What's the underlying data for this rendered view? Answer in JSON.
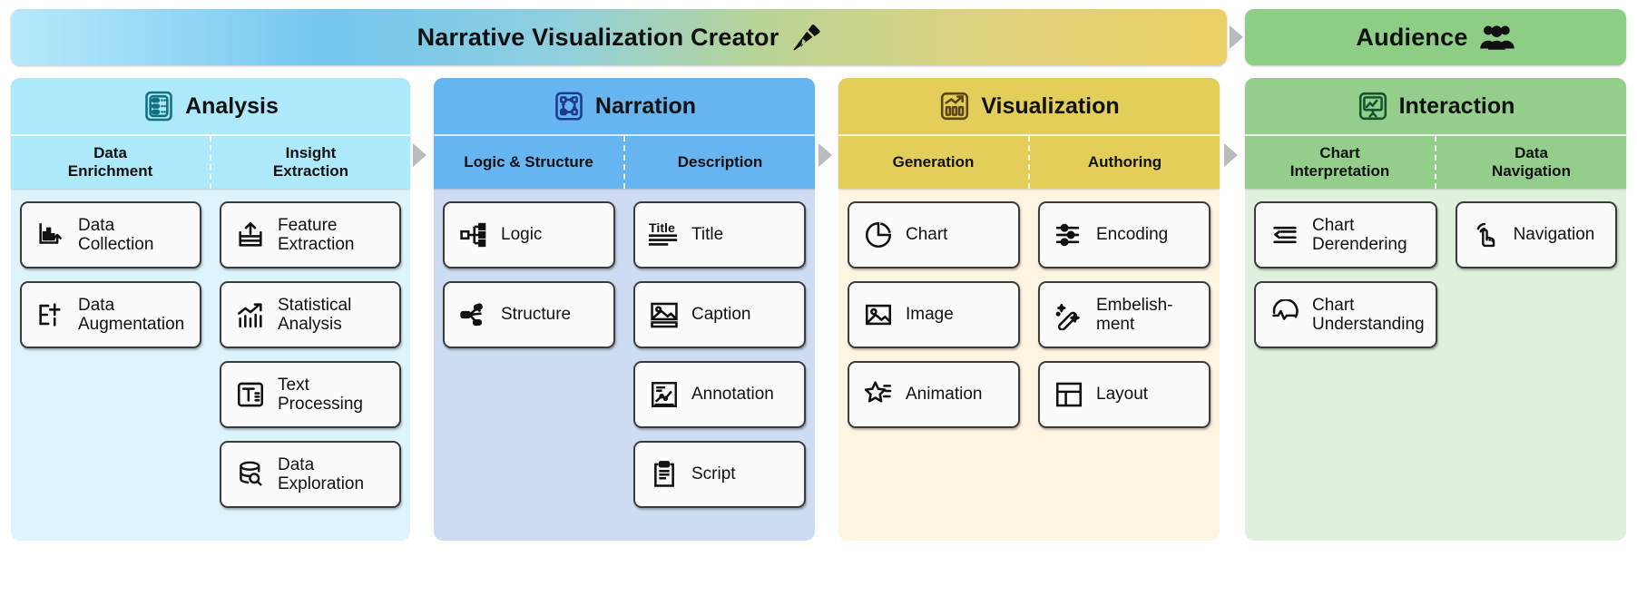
{
  "banners": {
    "creator": {
      "title": "Narrative Visualization Creator",
      "icon": "pen-nib-icon"
    },
    "audience": {
      "title": "Audience",
      "icon": "people-group-icon"
    },
    "arrow_icon": "triangle-right-icon"
  },
  "columns": [
    {
      "id": "analysis",
      "title": "Analysis",
      "icon": "server-rack-icon",
      "header_bg": "#ade9fa",
      "body_bg": "#ddf4fd",
      "subheads": [
        "Data\nEnrichment",
        "Insight\nExtraction"
      ],
      "subheads_lines": [
        [
          "Data",
          "Enrichment"
        ],
        [
          "Insight",
          "Extraction"
        ]
      ],
      "lanes": [
        [
          {
            "label": "Data Collection",
            "icon": "bar-chart-up-icon"
          },
          {
            "label": "Data Augmentation",
            "icon": "list-plus-icon"
          }
        ],
        [
          {
            "label": "Feature Extraction",
            "icon": "upload-tray-icon"
          },
          {
            "label": "Statistical Analysis",
            "icon": "trend-bars-icon"
          },
          {
            "label": "Text Processing",
            "icon": "text-box-icon"
          },
          {
            "label": "Data Exploration",
            "icon": "database-search-icon"
          }
        ]
      ]
    },
    {
      "id": "narration",
      "title": "Narration",
      "icon": "flow-nodes-icon",
      "header_bg": "#66b5f0",
      "body_bg": "#cddcf3",
      "subheads_lines": [
        [
          "Logic & Structure"
        ],
        [
          "Description"
        ]
      ],
      "lanes": [
        [
          {
            "label": "Logic",
            "icon": "hierarchy-icon"
          },
          {
            "label": "Structure",
            "icon": "network-node-icon"
          }
        ],
        [
          {
            "label": "Title",
            "icon": "title-text-icon"
          },
          {
            "label": "Caption",
            "icon": "image-caption-icon"
          },
          {
            "label": "Annotation",
            "icon": "annotated-chart-icon"
          },
          {
            "label": "Script",
            "icon": "clipboard-script-icon"
          }
        ]
      ]
    },
    {
      "id": "visualization",
      "title": "Visualization",
      "icon": "bar-chart-arrow-icon",
      "header_bg": "#e3ce5a",
      "body_bg": "#fdf5e0",
      "subheads_lines": [
        [
          "Generation"
        ],
        [
          "Authoring"
        ]
      ],
      "lanes": [
        [
          {
            "label": "Chart",
            "icon": "pie-chart-icon"
          },
          {
            "label": "Image",
            "icon": "picture-icon"
          },
          {
            "label": "Animation",
            "icon": "star-motion-icon"
          }
        ],
        [
          {
            "label": "Encoding",
            "icon": "sliders-icon"
          },
          {
            "label": "Embelish-ment",
            "icon": "magic-wand-icon"
          },
          {
            "label": "Layout",
            "icon": "layout-grid-icon"
          }
        ]
      ]
    },
    {
      "id": "interaction",
      "title": "Interaction",
      "icon": "presentation-chart-icon",
      "header_bg": "#93ce8a",
      "body_bg": "#dff0dd",
      "subheads_lines": [
        [
          "Chart",
          "Interpretation"
        ],
        [
          "Data",
          "Navigation"
        ]
      ],
      "lanes": [
        [
          {
            "label": "Chart Derendering",
            "icon": "arrow-left-lines-icon"
          },
          {
            "label": "Chart Understanding",
            "icon": "circle-pulse-icon"
          }
        ],
        [
          {
            "label": "Navigation",
            "icon": "tap-hand-icon"
          }
        ]
      ]
    }
  ]
}
